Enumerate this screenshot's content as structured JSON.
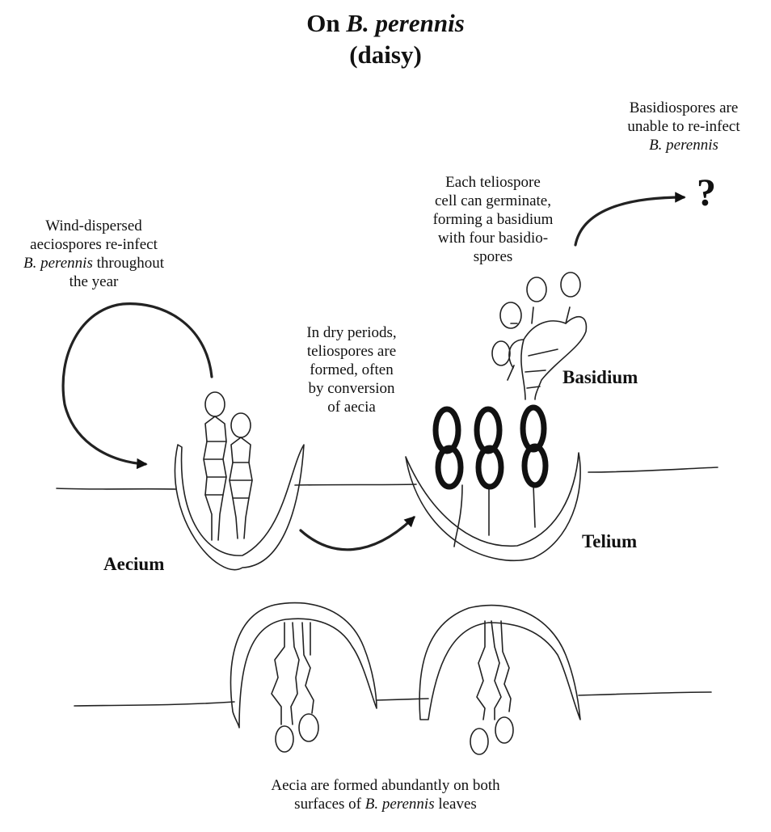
{
  "title": {
    "line1_prefix": "On ",
    "line1_italic": "B. perennis",
    "line2": "(daisy)"
  },
  "notes": {
    "reinfect_fail": {
      "line1": "Basidiospores are",
      "line2": "unable to re-infect",
      "line3_italic": "B. perennis"
    },
    "question_mark": "?",
    "germinate": {
      "line1": "Each teliospore",
      "line2": "cell can germinate,",
      "line3": "forming a basidium",
      "line4": "with four basidio-",
      "line5": "spores"
    },
    "wind": {
      "line1": "Wind-dispersed",
      "line2": "aeciospores re-infect",
      "line3_italic": "B. perennis",
      "line3_rest": " throughout",
      "line4": "the year"
    },
    "dry": {
      "line1": "In dry periods,",
      "line2": "teliospores are",
      "line3": "formed, often",
      "line4": "by conversion",
      "line5": "of aecia"
    },
    "abundant": {
      "line1": "Aecia are formed abundantly on both",
      "line2_prefix": "surfaces of ",
      "line2_italic": "B. perennis",
      "line2_suffix": " leaves"
    }
  },
  "labels": {
    "basidium": "Basidium",
    "telium": "Telium",
    "aecium": "Aecium"
  }
}
